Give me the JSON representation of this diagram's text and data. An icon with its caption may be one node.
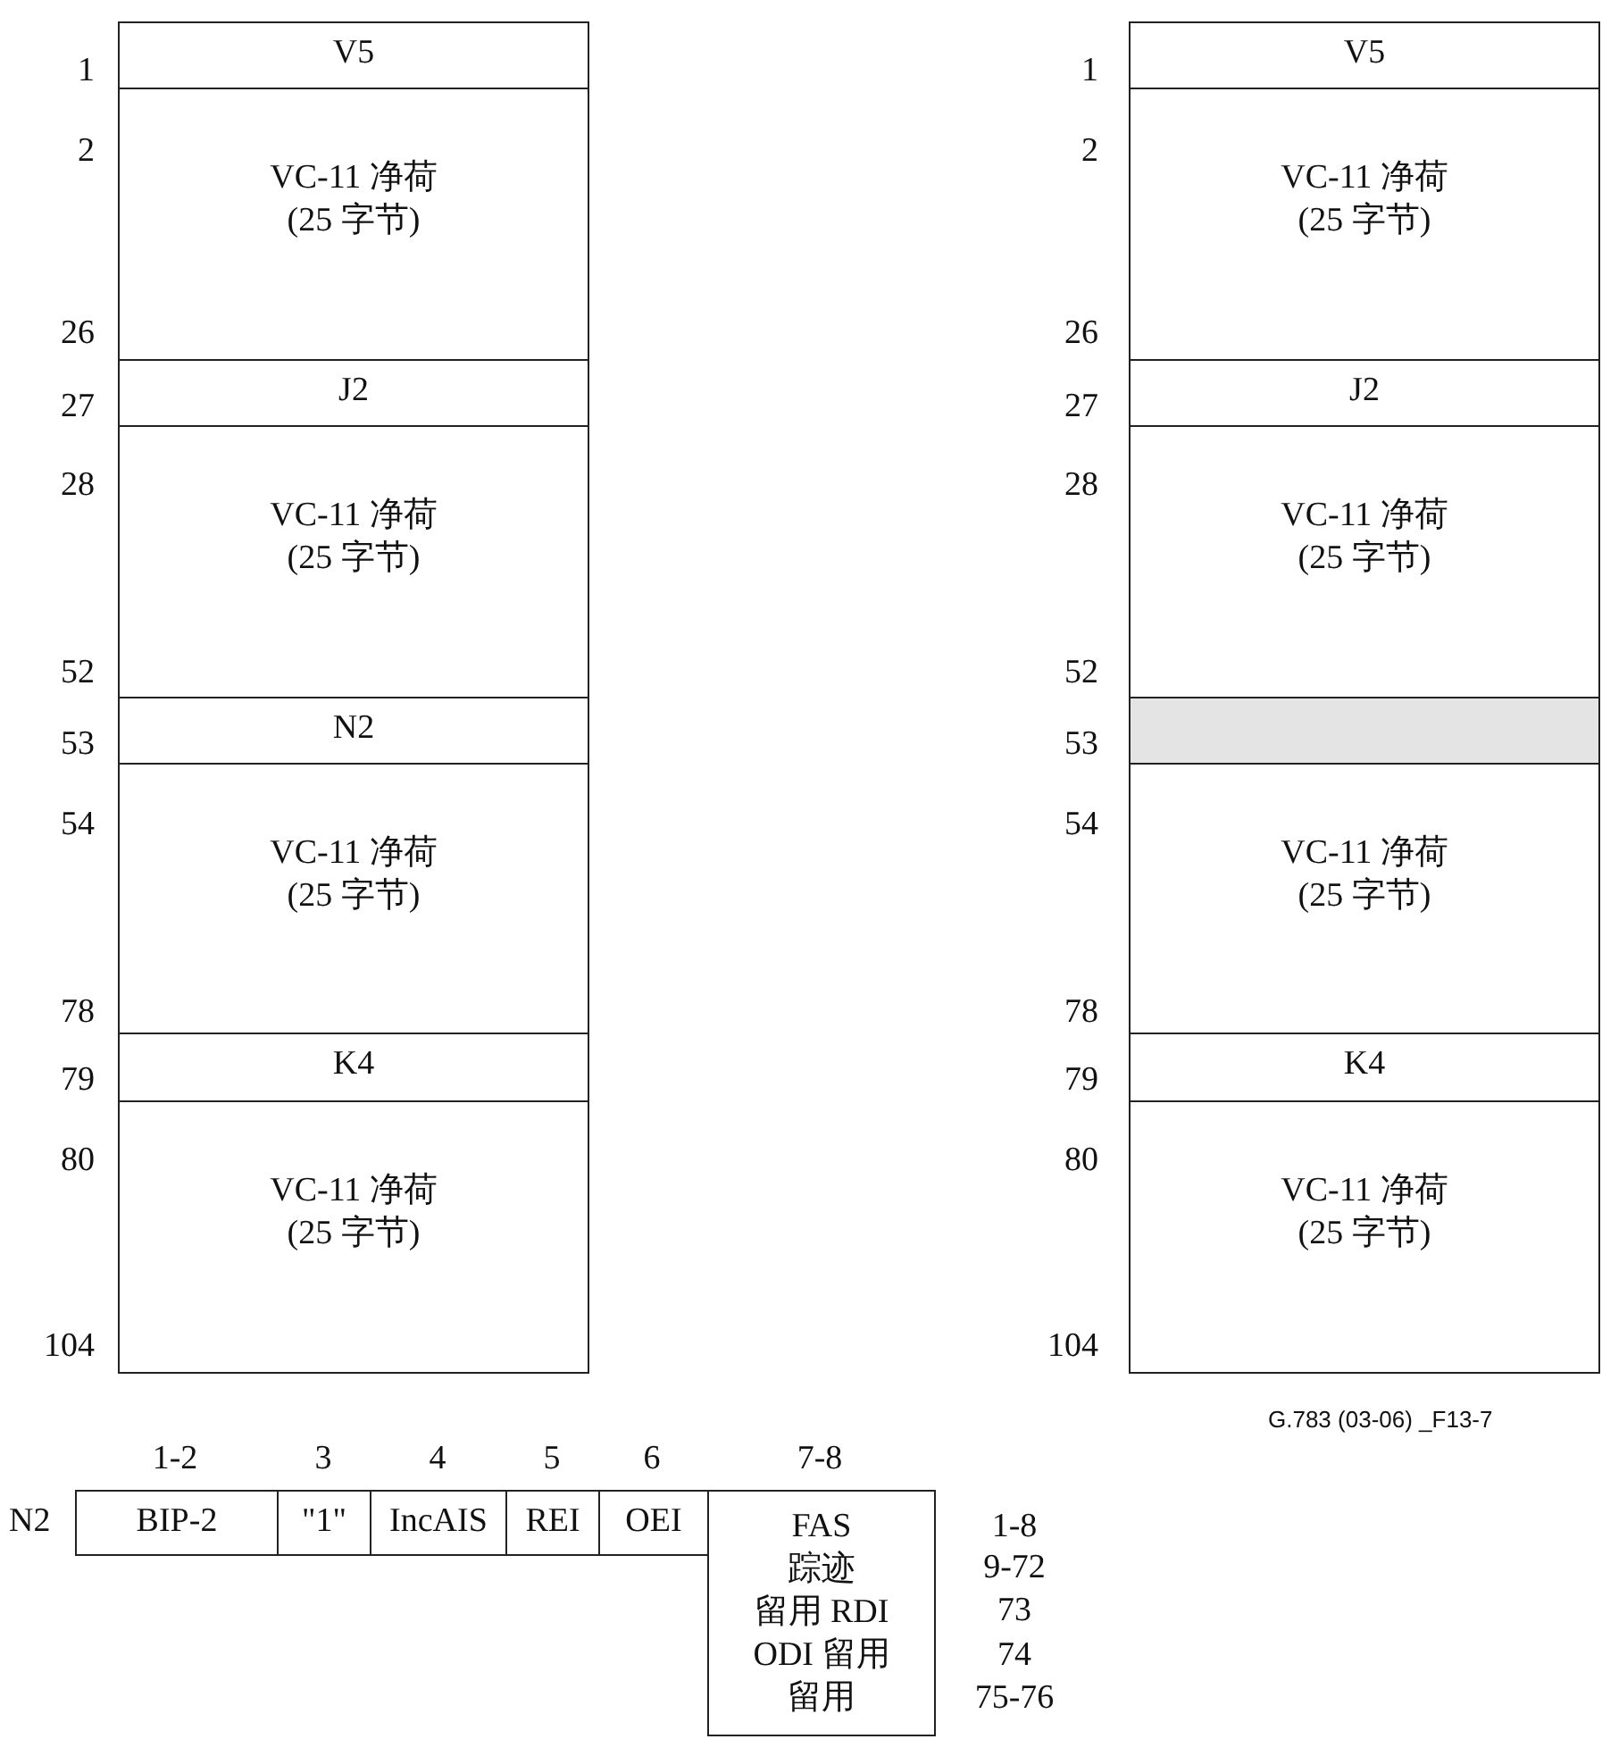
{
  "diagram": {
    "nodes": [
      {
        "text": [
          "V5"
        ]
      },
      {
        "text": [
          "VC-11 净荷 (25 字节)"
        ]
      },
      {
        "text": [
          "J2"
        ]
      },
      {
        "text": [
          "VC-11 净荷 (25 字节)"
        ]
      },
      {
        "text": [
          "N2"
        ]
      },
      {
        "text": [
          "VC-11 净荷 (25 字节)"
        ]
      },
      {
        "text": [
          "K4"
        ]
      },
      {
        "text": [
          "VC-11 净荷 (25 字节)"
        ]
      },
      {
        "text": [
          "V5"
        ]
      },
      {
        "text": [
          "VC-11 净荷 (25 字节)"
        ]
      },
      {
        "text": [
          "J2"
        ]
      },
      {
        "text": [
          "VC-11 净荷 (25 字节)"
        ]
      },
      {
        "text": [],
        "shape": "box"
      },
      {
        "text": [
          "VC-11 净荷 (25 字节)"
        ]
      },
      {
        "text": [
          "K4"
        ]
      },
      {
        "text": [
          "VC-11 净荷 (25 字节)"
        ]
      },
      {
        "text": [
          "BIP-2"
        ]
      },
      {
        "text": [
          "\"1\""
        ]
      },
      {
        "text": [
          "IncAIS"
        ]
      },
      {
        "text": [
          "REI"
        ]
      },
      {
        "text": [
          "OEI"
        ]
      },
      {
        "text": [
          "FAS",
          "踪迹",
          "留用 RDI",
          "ODI 留用",
          "留用"
        ]
      }
    ],
    "labels": [
      "1",
      "2",
      "26",
      "27",
      "28",
      "52",
      "53",
      "54",
      "78",
      "79",
      "80",
      "104",
      "1",
      "2",
      "26",
      "27",
      "28",
      "52",
      "53",
      "54",
      "78",
      "79",
      "80",
      "104",
      "G.783 (03-06) _F13-7",
      "N2",
      "1-2",
      "3",
      "4",
      "5",
      "6",
      "7-8",
      "1-8",
      "9-72",
      "73",
      "74",
      "75-76"
    ]
  }
}
